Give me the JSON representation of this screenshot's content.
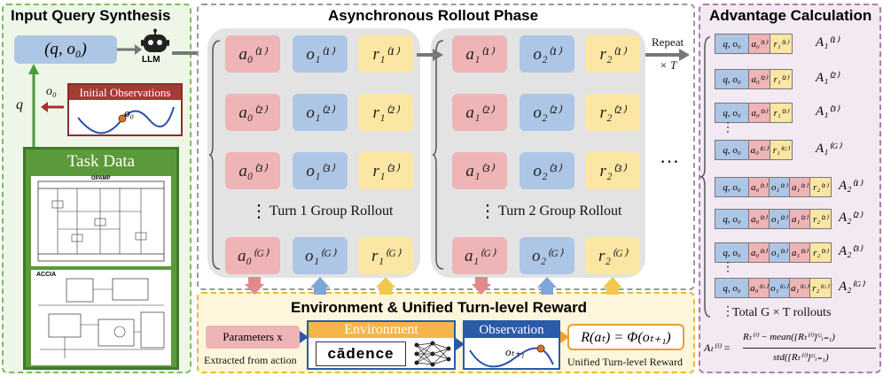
{
  "input_panel": {
    "title": "Input Query Synthesis",
    "query_label": "(q, o₀)",
    "llm_label": "LLM",
    "o0_arrow_label": "o₀",
    "q_arrow_label": "q",
    "initial_obs_title": "Initial Observations",
    "initial_obs_point": "o₀",
    "task_data_title": "Task Data",
    "schematic1_label": "OPAMP",
    "schematic2_label": "ACCIA"
  },
  "rollout_panel": {
    "title": "Asynchronous Rollout Phase",
    "repeat_label": "Repeat",
    "repeat_times": "× T",
    "turn1_caption": "Turn 1 Group Rollout",
    "turn2_caption": "Turn 2 Group Rollout",
    "ellipsis": "…",
    "vdots": "⋮",
    "turn1": {
      "rows": [
        [
          "a₀⁽¹⁾",
          "o₁⁽¹⁾",
          "r₁⁽¹⁾"
        ],
        [
          "a₀⁽²⁾",
          "o₁⁽²⁾",
          "r₁⁽²⁾"
        ],
        [
          "a₀⁽³⁾",
          "o₁⁽³⁾",
          "r₁⁽³⁾"
        ],
        [
          "a₀⁽ᴳ⁾",
          "o₁⁽ᴳ⁾",
          "r₁⁽ᴳ⁾"
        ]
      ]
    },
    "turn2": {
      "rows": [
        [
          "a₁⁽¹⁾",
          "o₂⁽¹⁾",
          "r₂⁽¹⁾"
        ],
        [
          "a₁⁽²⁾",
          "o₂⁽²⁾",
          "r₂⁽²⁾"
        ],
        [
          "a₁⁽³⁾",
          "o₂⁽³⁾",
          "r₂⁽³⁾"
        ],
        [
          "a₁⁽ᴳ⁾",
          "o₂⁽ᴳ⁾",
          "r₂⁽ᴳ⁾"
        ]
      ]
    }
  },
  "env_panel": {
    "title": "Environment & Unified Turn-level Reward",
    "params_label": "Parameters x",
    "params_sub": "Extracted from action",
    "environment_title": "Environment",
    "cadence_label": "cādence",
    "observation_title": "Observation",
    "observation_point": "oₜ₊₁",
    "reward_formula": "R(aₜ) = Φ(oₜ₊₁)",
    "reward_sub": "Unified Turn-level Reward"
  },
  "advantage_panel": {
    "title": "Advantage Calculation",
    "turn1_rows": [
      {
        "cells": [
          "q, o₀",
          "a₀⁽¹⁾",
          "r₁⁽¹⁾"
        ],
        "adv": "A₁⁽¹⁾"
      },
      {
        "cells": [
          "q, o₀",
          "a₀⁽²⁾",
          "r₁⁽²⁾"
        ],
        "adv": "A₁⁽²⁾"
      },
      {
        "cells": [
          "q, o₀",
          "a₀⁽³⁾",
          "r₁⁽³⁾"
        ],
        "adv": "A₁⁽³⁾"
      },
      {
        "cells": [
          "q, o₀",
          "a₀⁽ᴳ⁾",
          "r₁⁽ᴳ⁾"
        ],
        "adv": "A₁⁽ᴳ⁾"
      }
    ],
    "turn2_rows": [
      {
        "cells": [
          "q, o₀",
          "a₀⁽¹⁾",
          "o₁⁽¹⁾",
          "a₁⁽¹⁾",
          "r₂⁽¹⁾"
        ],
        "adv": "A₂⁽¹⁾"
      },
      {
        "cells": [
          "q, o₀",
          "a₀⁽²⁾",
          "o₁⁽²⁾",
          "a₁⁽²⁾",
          "r₂⁽²⁾"
        ],
        "adv": "A₂⁽²⁾"
      },
      {
        "cells": [
          "q, o₀",
          "a₀⁽³⁾",
          "o₁⁽³⁾",
          "a₁⁽³⁾",
          "r₂⁽³⁾"
        ],
        "adv": "A₂⁽³⁾"
      },
      {
        "cells": [
          "q, o₀",
          "a₀⁽ᴳ⁾",
          "o₁⁽ᴳ⁾",
          "a₁⁽ᴳ⁾",
          "r₂⁽ᴳ⁾"
        ],
        "adv": "A₂⁽ᴳ⁾"
      }
    ],
    "total_label": "Total G × T rollouts",
    "formula_lhs": "Aₜ⁽ⁱ⁾ =",
    "formula_num": "Rₜ⁽ⁱ⁾ − mean({Rₜ⁽ⁱ⁾}ᴳᵢ₌₁)",
    "formula_den": "std({Rₜ⁽ⁱ⁾}ᴳᵢ₌₁)"
  },
  "colors": {
    "action": "#efb4b6",
    "observation": "#aec6e6",
    "reward": "#fbe7a3",
    "input_border": "#7dbb5a",
    "advantage_border": "#b07aa8",
    "env_border": "#e8b830",
    "rollout_border": "#999999"
  }
}
